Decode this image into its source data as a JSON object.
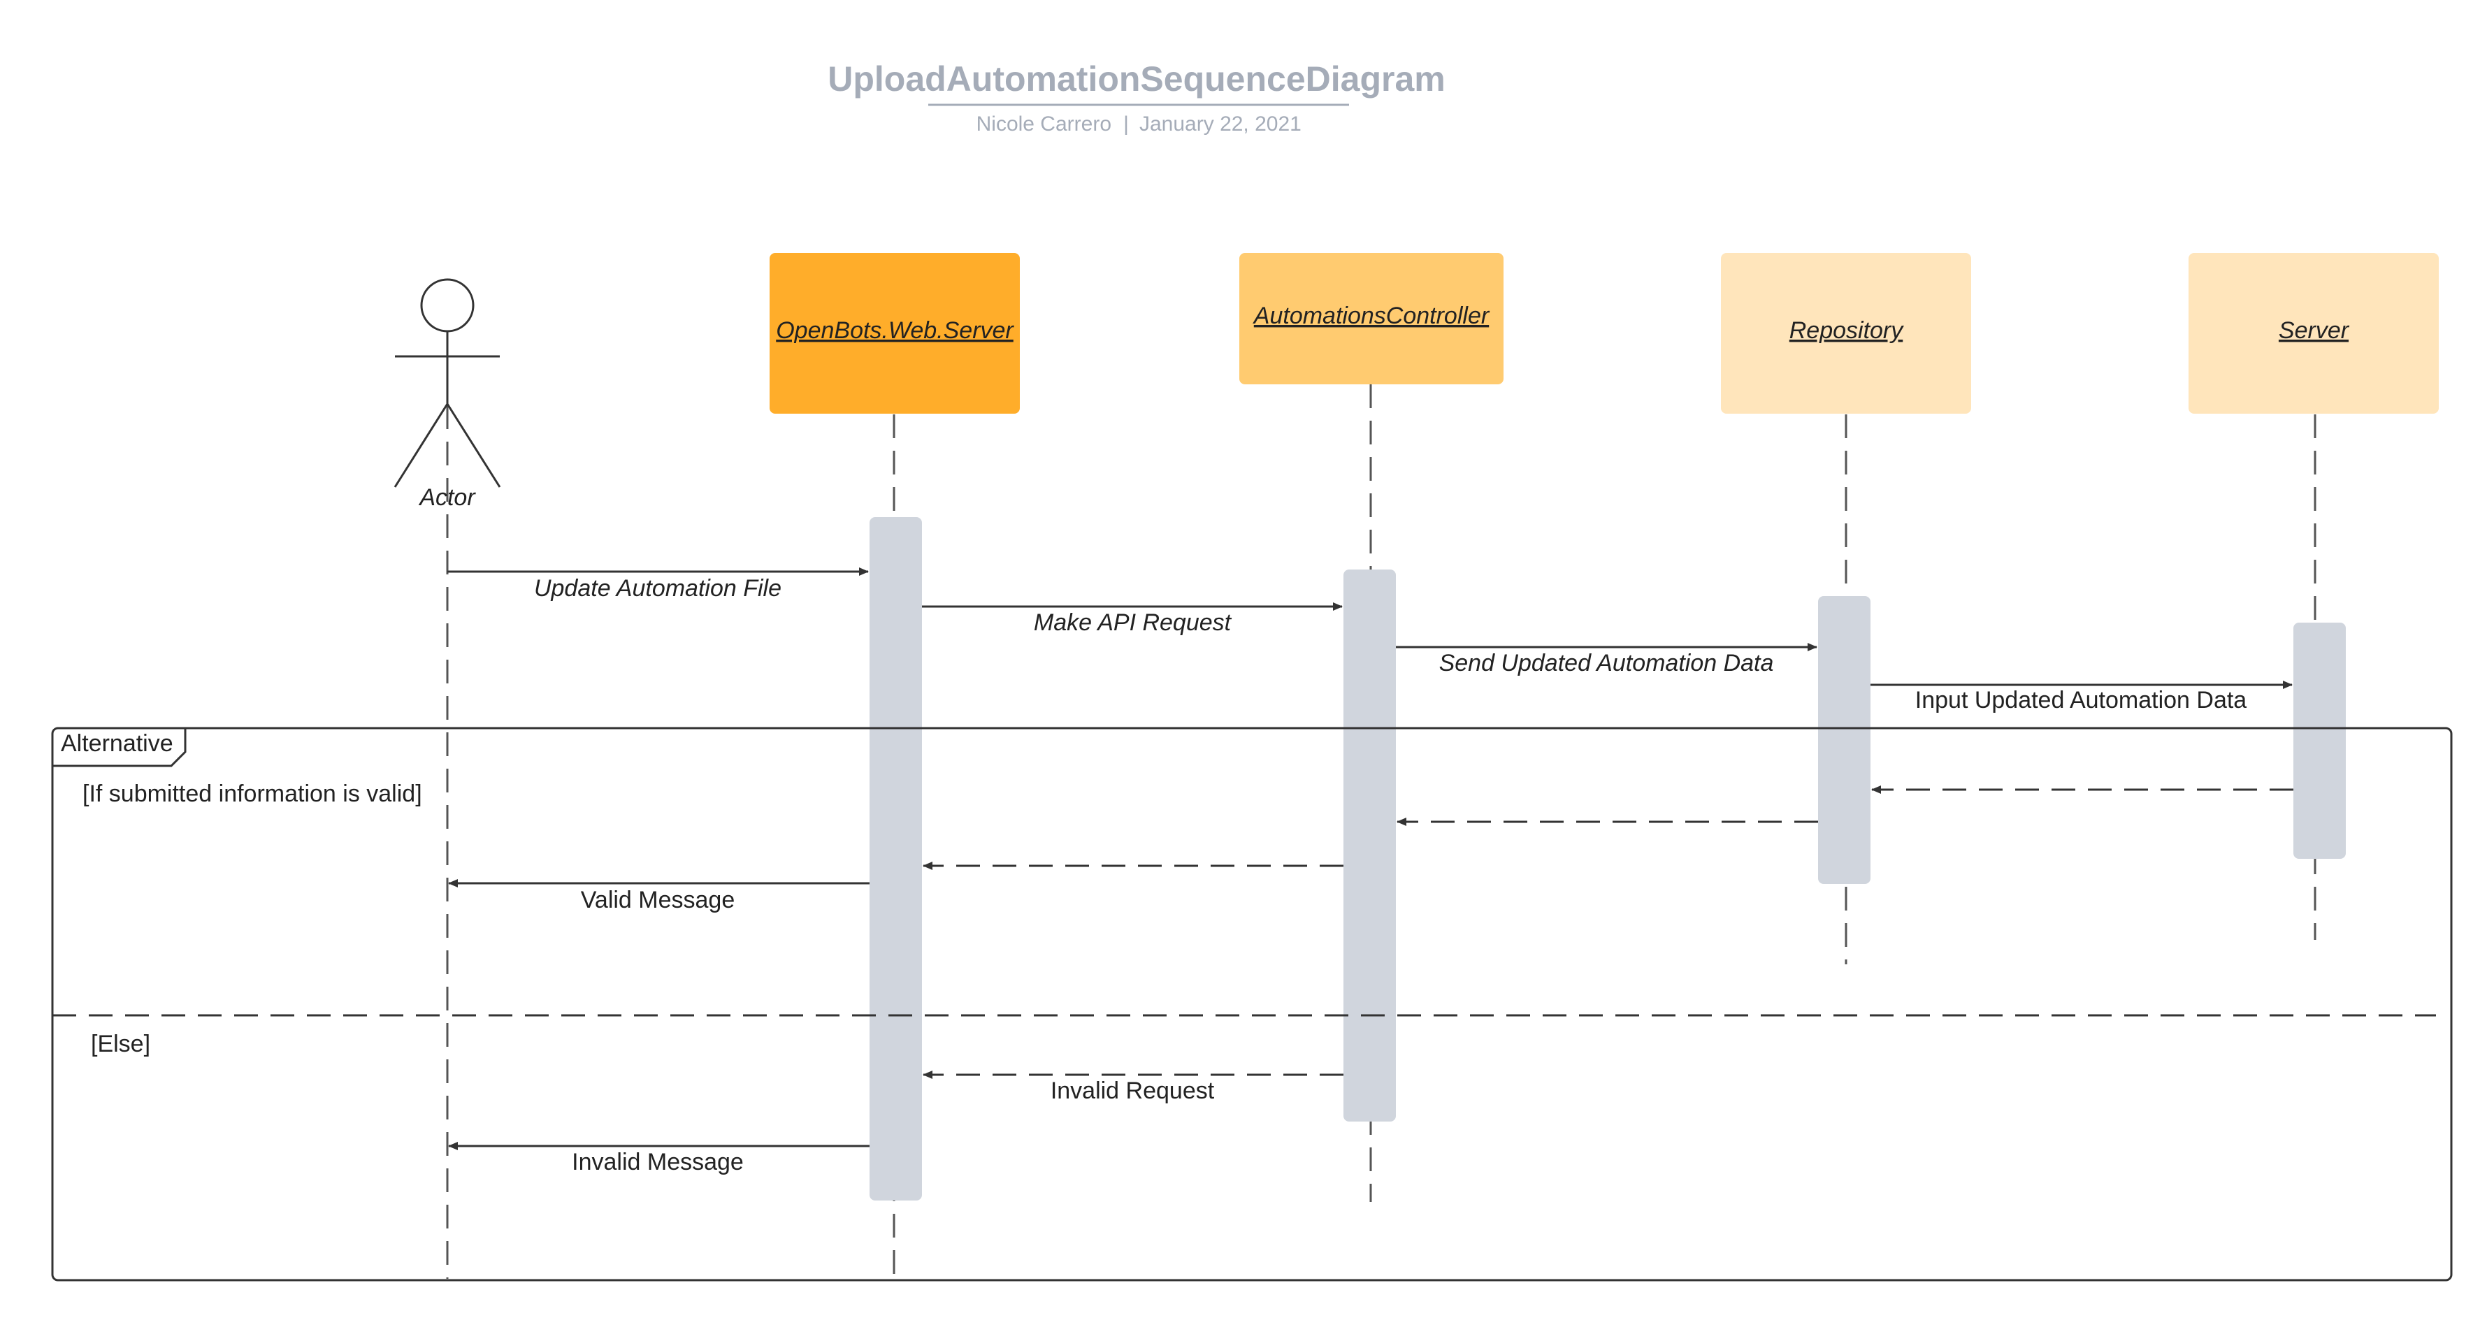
{
  "diagram": {
    "title": "UploadAutomationSequenceDiagram",
    "author": "Nicole Carrero",
    "separator": "|",
    "date": "January 22, 2021"
  },
  "actor": {
    "label": "Actor"
  },
  "participants": [
    {
      "id": "web",
      "label": "OpenBots.Web.Server",
      "fill": "#ffad2a"
    },
    {
      "id": "controller",
      "label": "AutomationsController",
      "fill": "#ffcb70"
    },
    {
      "id": "repository",
      "label": "Repository",
      "fill": "#ffe5bb"
    },
    {
      "id": "server",
      "label": "Server",
      "fill": "#ffe5bb"
    }
  ],
  "messages": {
    "update_file": "Update Automation File",
    "api_request": "Make API Request",
    "send_data": "Send Updated Automation Data",
    "input_data": "Input Updated Automation Data",
    "valid_message": "Valid Message",
    "invalid_request": "Invalid Request",
    "invalid_message": "Invalid Message"
  },
  "alt_frame": {
    "label": "Alternative",
    "guard_valid": "[If submitted information is valid]",
    "guard_else": "[Else]"
  },
  "colors": {
    "activation": "#d0d5dd",
    "line": "#333333",
    "lifeline": "#555555",
    "title": "#a5acb8"
  }
}
